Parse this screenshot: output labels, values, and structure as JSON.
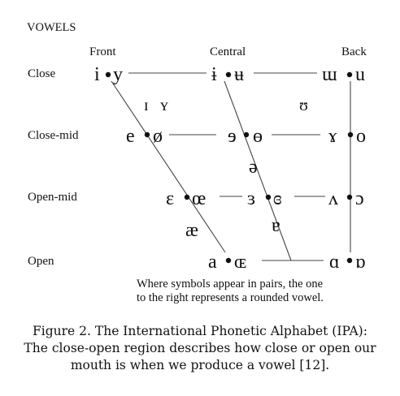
{
  "title": "VOWELS",
  "columns": [
    "Front",
    "Central",
    "Back"
  ],
  "rows": [
    "Close",
    "Close-mid",
    "Open-mid",
    "Open"
  ],
  "vowels": {
    "close_front": [
      "i",
      "y"
    ],
    "close_central": [
      "ɨ",
      "ʉ"
    ],
    "close_back": [
      "ɯ",
      "u"
    ],
    "near_close_front": [
      "ɪ",
      "ʏ"
    ],
    "near_close_back": [
      "ʊ"
    ],
    "close_mid_front": [
      "e",
      "ø"
    ],
    "close_mid_central": [
      "ɘ",
      "ɵ"
    ],
    "close_mid_back": [
      "ɤ",
      "o"
    ],
    "mid_central": [
      "ə"
    ],
    "open_mid_front": [
      "ɛ",
      "œ"
    ],
    "open_mid_central": [
      "ɜ",
      "ɞ"
    ],
    "open_mid_back": [
      "ʌ",
      "ɔ"
    ],
    "near_open_front": [
      "æ"
    ],
    "near_open_central": [
      "ɐ"
    ],
    "open_front": [
      "a",
      "ɶ"
    ],
    "open_back": [
      "ɑ",
      "ɒ"
    ]
  },
  "note": [
    "Where symbols appear in pairs, the one",
    "to the right represents a rounded vowel."
  ],
  "caption": [
    "Figure 2. The International Phonetic Alphabet (IPA):",
    "The close-open region describes how close or open our",
    "mouth is when we produce a vowel [12]."
  ]
}
